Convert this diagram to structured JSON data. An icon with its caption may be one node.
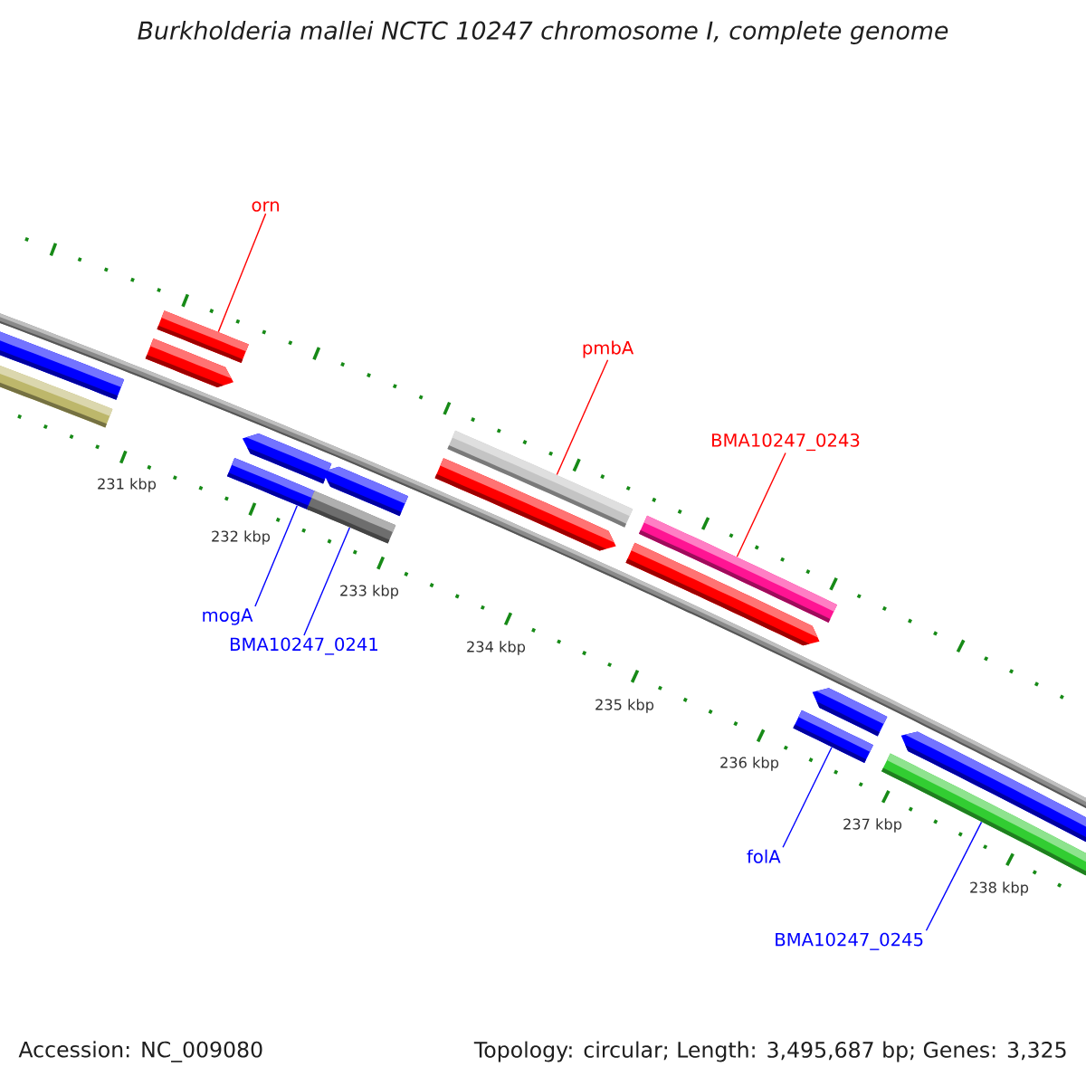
{
  "diagram": {
    "title": "Burkholderia mallei NCTC 10247 chromosome I, complete genome",
    "nodes": [
      {
        "text": [
          "orn"
        ]
      },
      {
        "text": [
          "pmbA"
        ]
      },
      {
        "text": [
          "BMA10247_0243"
        ]
      },
      {
        "text": [
          "mogA"
        ]
      },
      {
        "text": [
          "BMA10247_0241"
        ]
      },
      {
        "text": [
          "folA"
        ]
      },
      {
        "text": [
          "BMA10247_0245"
        ]
      },
      {
        "text": [],
        "shape": "bar"
      },
      {
        "text": [],
        "shape": "bar"
      },
      {
        "text": [],
        "shape": "bar"
      },
      {
        "text": [],
        "shape": "arrow"
      },
      {
        "text": [],
        "shape": "arrow"
      },
      {
        "text": [],
        "shape": "bar"
      },
      {
        "text": [],
        "shape": "arrow"
      },
      {
        "text": [],
        "shape": "bar"
      },
      {
        "text": [],
        "shape": "bar"
      },
      {
        "text": [],
        "shape": "arrow"
      },
      {
        "text": [],
        "shape": "bar"
      },
      {
        "text": [],
        "shape": "arrow"
      },
      {
        "text": [],
        "shape": "arrow"
      },
      {
        "text": [],
        "shape": "bar"
      },
      {
        "text": [],
        "shape": "arrow"
      },
      {
        "text": [],
        "shape": "bar"
      }
    ],
    "edges": [
      {
        "from": 0,
        "to": 9,
        "arrow": "none",
        "color": "#ff0000"
      },
      {
        "from": 1,
        "to": 15,
        "arrow": "none",
        "color": "#ff0000"
      },
      {
        "from": 2,
        "to": 17,
        "arrow": "none",
        "color": "#ff0000"
      },
      {
        "from": 3,
        "to": 12,
        "arrow": "none"
      },
      {
        "from": 4,
        "to": 14,
        "arrow": "none"
      },
      {
        "from": 5,
        "to": 20,
        "arrow": "none"
      },
      {
        "from": 6,
        "to": 22,
        "arrow": "none"
      }
    ],
    "labels": [
      "231 kbp",
      "232 kbp",
      "233 kbp",
      "234 kbp",
      "235 kbp",
      "236 kbp",
      "237 kbp",
      "238 kbp",
      "Accession: NC_009080",
      "Topology: circular; Length: 3,495,687 bp; Genes: 3,325"
    ]
  }
}
